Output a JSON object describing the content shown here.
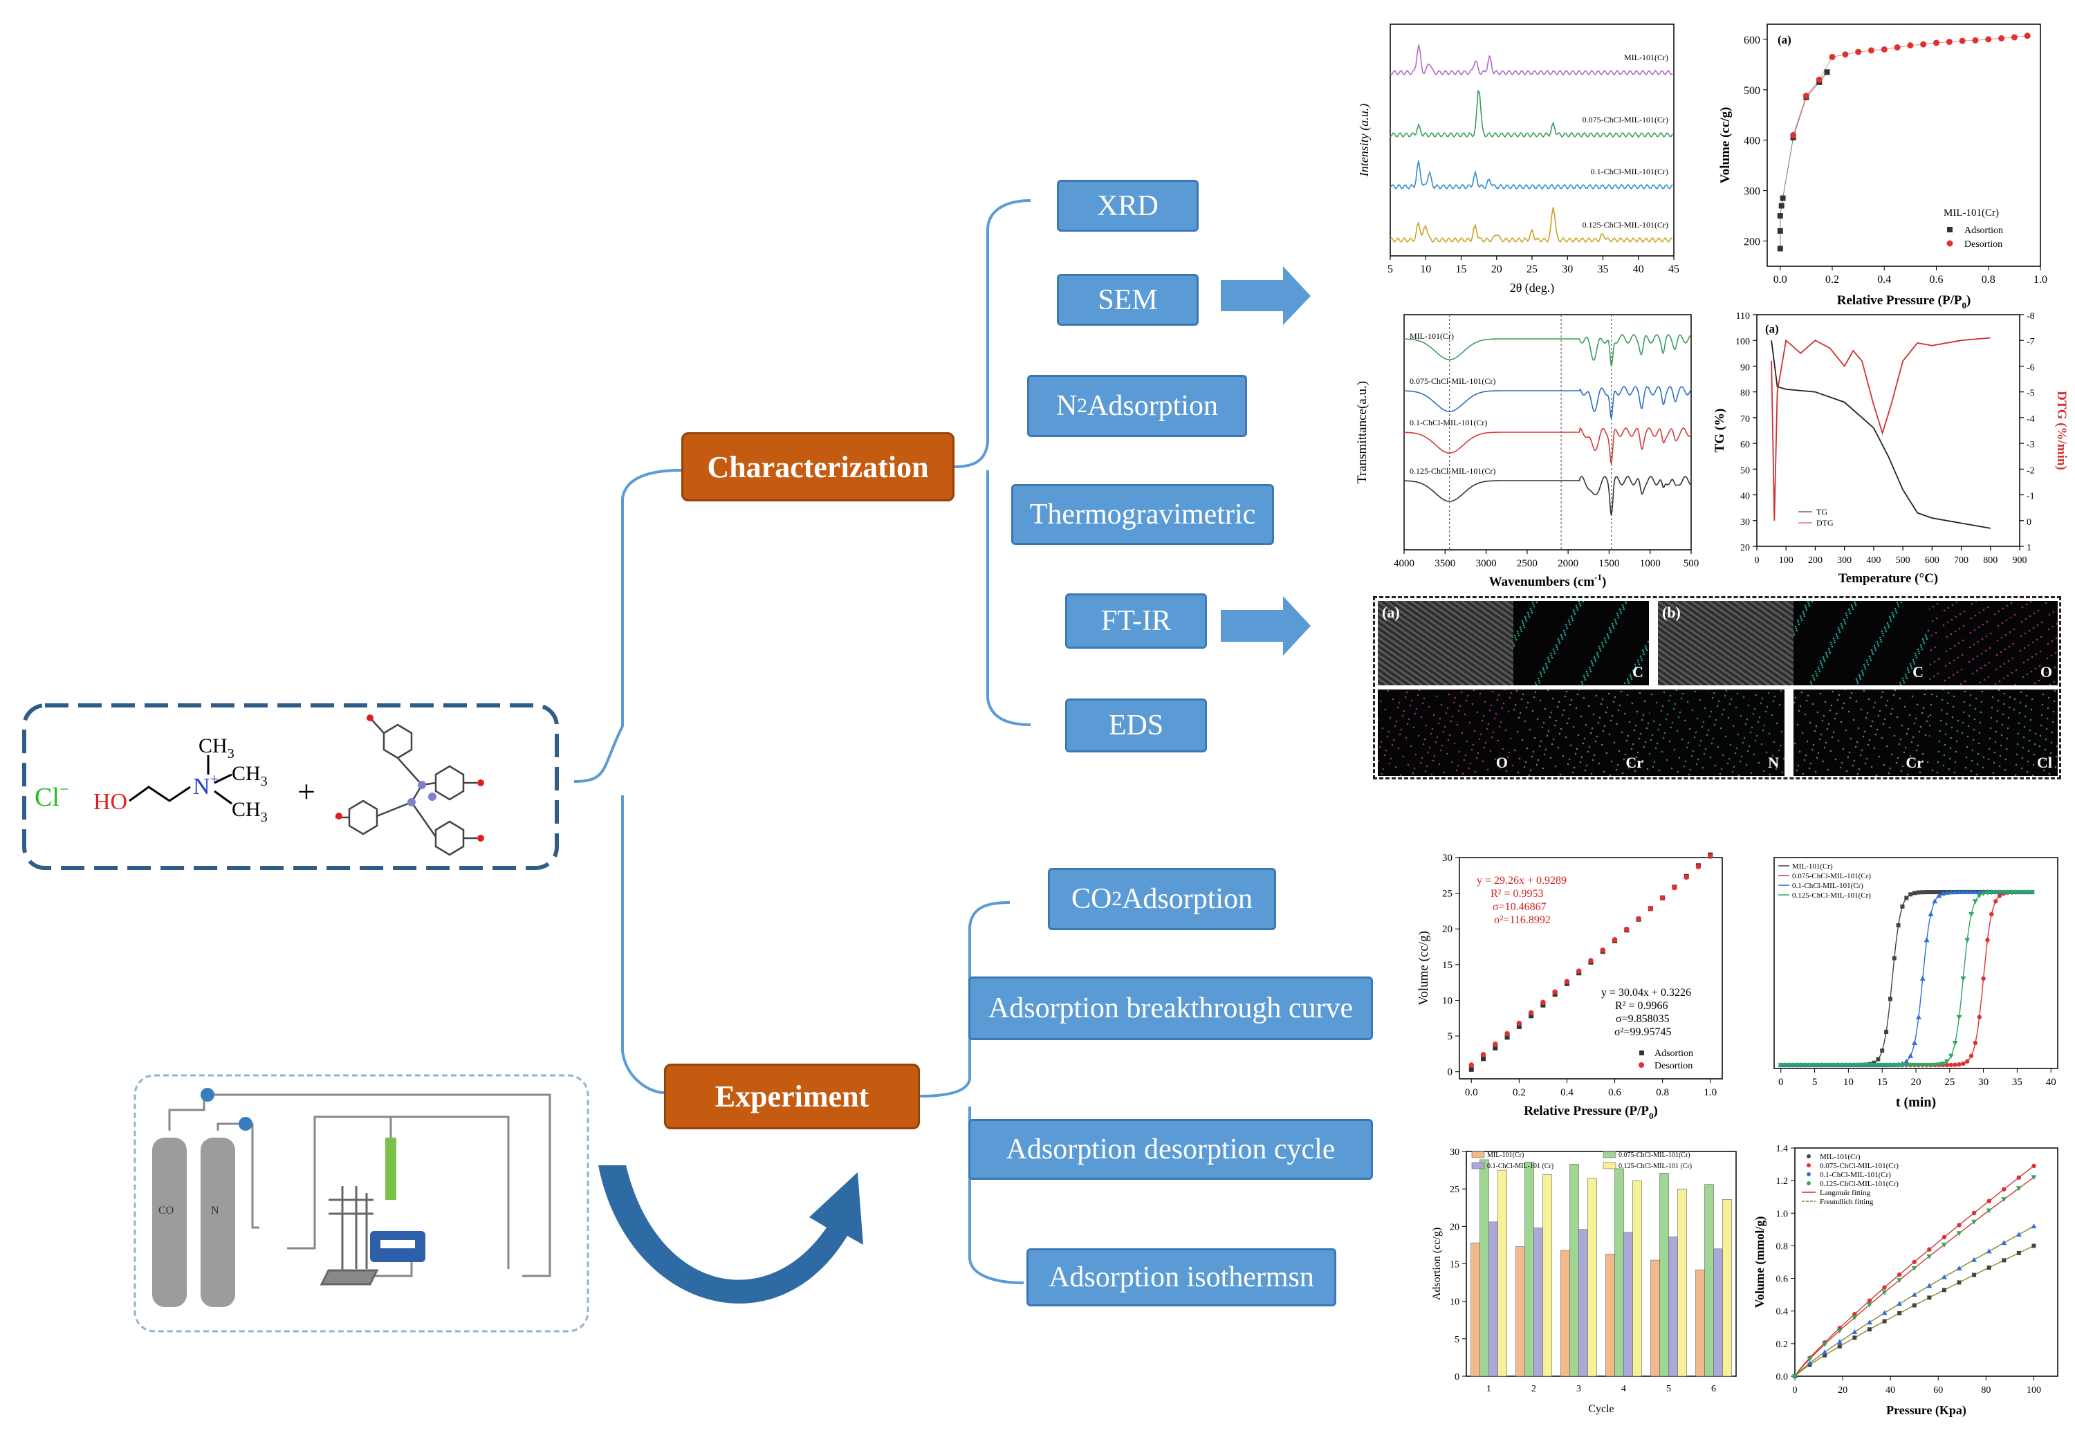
{
  "nodes": {
    "characterization": "Characterization",
    "experiment": "Experiment",
    "xrd": "XRD",
    "sem": "SEM",
    "n2_adsorption": "N",
    "n2_sub": "2",
    "n2_rest": " Adsorption",
    "thermogravimetric": "Thermogravimetric",
    "ftir": "FT-IR",
    "eds": "EDS",
    "co2_adsorption": "CO",
    "co2_sub": "2",
    "co2_rest": " Adsorption",
    "breakthrough": "Adsorption breakthrough curve",
    "cycle": "Adsorption desorption cycle",
    "isotherms": "Adsorption isothermsn"
  },
  "reactants": {
    "chloride": "Cl",
    "chloride_sup": "−",
    "ho": "HO",
    "n_plus": "N",
    "plus_sup": "+",
    "ch3_a": "CH",
    "ch3_b": "CH",
    "ch3_c": "CH",
    "three": "3",
    "plus": "+"
  },
  "setup": {
    "co2_label": "CO",
    "n2_label": "N"
  },
  "xrd_chart": {
    "xlabel": "2θ (deg.)",
    "ylabel": "Intensity (a.u.)",
    "series": [
      "MIL-101(Cr)",
      "0.075-ChCl-MIL-101(Cr)",
      "0.1-ChCl-MIL-101(Cr)",
      "0.125-ChCl-MIL-101(Cr)"
    ],
    "xticks": [
      "5",
      "10",
      "15",
      "20",
      "25",
      "30",
      "35",
      "40",
      "45"
    ],
    "colors": [
      "#b36ac7",
      "#3a9e5a",
      "#2d8fd1",
      "#c9a227"
    ]
  },
  "n2_chart": {
    "panel": "(a)",
    "xlabel": "Relative Pressure (P/P",
    "xlabel_sub": "0",
    "xlabel_end": ")",
    "ylabel": "Volume (cc/g)",
    "legend_title": "MIL-101(Cr)",
    "legend": [
      "Adsortion",
      "Desortion"
    ],
    "xticks": [
      "0.0",
      "0.2",
      "0.4",
      "0.6",
      "0.8",
      "1.0"
    ],
    "yticks": [
      "200",
      "300",
      "400",
      "500",
      "600"
    ],
    "adsorption": [
      [
        0.0,
        185
      ],
      [
        0.0,
        220
      ],
      [
        0.0,
        250
      ],
      [
        0.005,
        270
      ],
      [
        0.01,
        285
      ],
      [
        0.05,
        405
      ],
      [
        0.1,
        485
      ],
      [
        0.15,
        515
      ],
      [
        0.18,
        535
      ]
    ],
    "desorption": [
      [
        0.05,
        410
      ],
      [
        0.1,
        488
      ],
      [
        0.15,
        520
      ],
      [
        0.2,
        565
      ],
      [
        0.25,
        570
      ],
      [
        0.3,
        575
      ],
      [
        0.35,
        578
      ],
      [
        0.4,
        580
      ],
      [
        0.45,
        584
      ],
      [
        0.5,
        588
      ],
      [
        0.55,
        590
      ],
      [
        0.6,
        593
      ],
      [
        0.65,
        595
      ],
      [
        0.7,
        597
      ],
      [
        0.75,
        598
      ],
      [
        0.8,
        600
      ],
      [
        0.85,
        602
      ],
      [
        0.9,
        604
      ],
      [
        0.95,
        607
      ]
    ]
  },
  "ftir_chart": {
    "xlabel": "Wavenumbers (cm",
    "xlabel_sup": "-1",
    "xlabel_end": ")",
    "ylabel": "Transmittance(a.u.)",
    "series": [
      "MIL-101(Cr)",
      "0.075-ChCl-MIL-101(Cr)",
      "0.1-ChCl-MIL-101(Cr)",
      "0.125-ChCl-MIL-101(Cr)"
    ],
    "xticks": [
      "4000",
      "3500",
      "3000",
      "2500",
      "2000",
      "1500",
      "1000",
      "500"
    ],
    "colors": [
      "#3a9e5a",
      "#2d6fc0",
      "#d23a3a",
      "#333333"
    ]
  },
  "tg_chart": {
    "panel": "(a)",
    "xlabel": "Temperature (°C)",
    "ylabel_left": "TG (%)",
    "ylabel_right": "DTG (%/min)",
    "legend": [
      "TG",
      "DTG"
    ],
    "xticks": [
      "0",
      "100",
      "200",
      "300",
      "400",
      "500",
      "600",
      "700",
      "800",
      "900"
    ],
    "yticks_left": [
      "20",
      "30",
      "40",
      "50",
      "60",
      "70",
      "80",
      "90",
      "100",
      "110"
    ],
    "yticks_right": [
      "1",
      "0",
      "-1",
      "-2",
      "-3",
      "-4",
      "-5",
      "-6",
      "-7",
      "-8"
    ],
    "tg": [
      [
        50,
        100
      ],
      [
        70,
        82
      ],
      [
        100,
        81
      ],
      [
        200,
        80
      ],
      [
        300,
        76
      ],
      [
        400,
        66
      ],
      [
        450,
        55
      ],
      [
        500,
        42
      ],
      [
        550,
        33
      ],
      [
        600,
        31
      ],
      [
        700,
        29
      ],
      [
        800,
        27
      ]
    ],
    "dtg": [
      [
        50,
        -0.8
      ],
      [
        60,
        -7
      ],
      [
        70,
        -2
      ],
      [
        100,
        0
      ],
      [
        150,
        -0.5
      ],
      [
        200,
        0
      ],
      [
        250,
        -0.3
      ],
      [
        300,
        -1
      ],
      [
        330,
        -0.4
      ],
      [
        360,
        -0.8
      ],
      [
        400,
        -2.5
      ],
      [
        430,
        -3.6
      ],
      [
        460,
        -2.5
      ],
      [
        500,
        -0.8
      ],
      [
        550,
        -0.1
      ],
      [
        600,
        -0.2
      ],
      [
        700,
        0
      ],
      [
        800,
        0.1
      ]
    ]
  },
  "eds": {
    "group_a": "(a)",
    "group_b": "(b)",
    "labels_a": [
      "C",
      "O",
      "Cr",
      "N"
    ],
    "labels_b": [
      "C",
      "O",
      "Cr",
      "Cl"
    ]
  },
  "co2_chart": {
    "xlabel": "Relative Pressure (P/P",
    "xlabel_sub": "0",
    "xlabel_end": ")",
    "ylabel": "Volume (cc/g)",
    "fit1": [
      "y = 29.26x + 0.9289",
      "R² = 0.9953",
      "σ=10.46867",
      "σ²=116.8992"
    ],
    "fit2": [
      "y = 30.04x + 0.3226",
      "R² = 0.9966",
      "σ=9.858035",
      "σ²=99.95745"
    ],
    "legend": [
      "Adsortion",
      "Desortion"
    ],
    "xticks": [
      "0.0",
      "0.2",
      "0.4",
      "0.6",
      "0.8",
      "1.0"
    ],
    "yticks": [
      "0",
      "5",
      "10",
      "15",
      "20",
      "25",
      "30"
    ]
  },
  "breakthrough_chart": {
    "xlabel": "t (min)",
    "series": [
      "MIL-101(Cr)",
      "0.075-ChCl-MIL-101(Cr)",
      "0.1-ChCl-MIL-101(Cr)",
      "0.125-ChCl-MIL-101(Cr)"
    ],
    "colors": [
      "#444444",
      "#e03030",
      "#2f6fd6",
      "#2fa860"
    ],
    "midpoints": [
      16.5,
      30,
      21,
      27
    ],
    "xticks": [
      "0",
      "5",
      "10",
      "15",
      "20",
      "25",
      "30",
      "35",
      "40"
    ]
  },
  "cycle_chart": {
    "xlabel": "Cycle",
    "ylabel": "Adsortion (cc/g)",
    "legend": [
      "MIL-101(Cr)",
      "0.075-ChCl-MIL-101(Cr)",
      "0.1-ChCl-MIL-101 (Cr)",
      "0.125-ChCl-MIL-101 (Cr)"
    ],
    "colors": [
      "#f4b98a",
      "#9fd693",
      "#a9a8d8",
      "#f7f197"
    ],
    "categories": [
      "1",
      "2",
      "3",
      "4",
      "5",
      "6"
    ],
    "series": [
      {
        "values": [
          17.8,
          17.3,
          16.8,
          16.3,
          15.5,
          14.2
        ]
      },
      {
        "values": [
          28.9,
          28.6,
          28.3,
          27.7,
          27.1,
          25.6
        ]
      },
      {
        "values": [
          20.6,
          19.8,
          19.6,
          19.2,
          18.6,
          17.0
        ]
      },
      {
        "values": [
          27.5,
          26.9,
          26.4,
          26.1,
          25.0,
          23.6
        ]
      }
    ],
    "ylim": [
      0,
      30
    ],
    "yticks": [
      "0",
      "5",
      "10",
      "15",
      "20",
      "25",
      "30"
    ]
  },
  "isotherm_chart": {
    "xlabel": "Pressure (Kpa)",
    "ylabel": "Volume (mmol/g)",
    "legend": [
      "MIL-101(Cr)",
      "0.075-ChCl-MIL-101(Cr)",
      "0.1-ChCl-MIL-101(Cr)",
      "0.125-ChCl-MIL-101(Cr)",
      "Langmuir fitting",
      "Freundlich fitting"
    ],
    "colors": [
      "#444444",
      "#e03030",
      "#2f6fd6",
      "#2fa860"
    ],
    "endpoints": [
      0.8,
      1.29,
      0.92,
      1.22
    ],
    "xticks": [
      "0",
      "20",
      "40",
      "60",
      "80",
      "100"
    ],
    "yticks": [
      "0.0",
      "0.2",
      "0.4",
      "0.6",
      "0.8",
      "1.0",
      "1.2",
      "1.4"
    ]
  }
}
